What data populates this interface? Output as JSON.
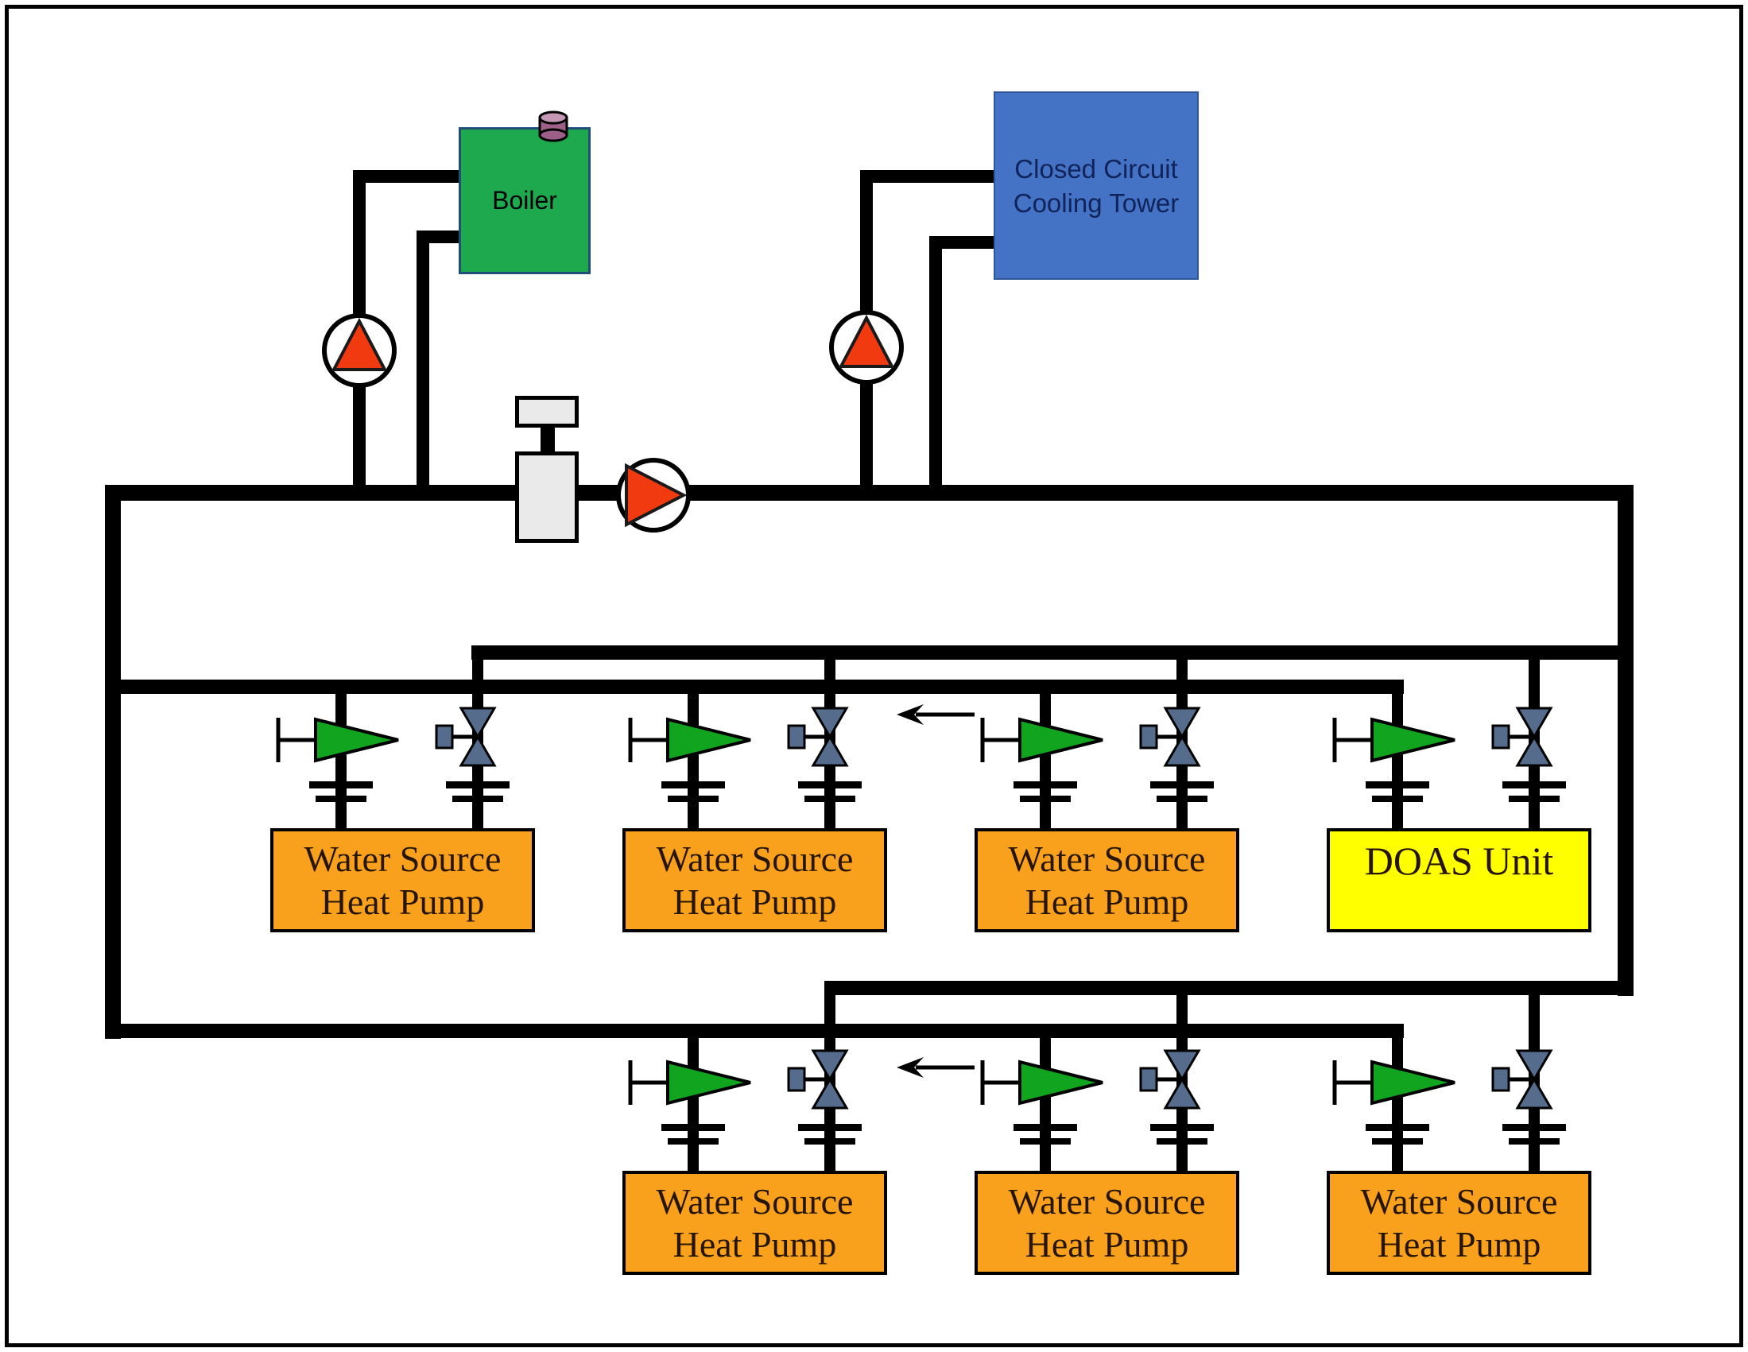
{
  "colors": {
    "pipe": "#000000",
    "boiler_fill": "#1FA94F",
    "boiler_border": "#1F4E79",
    "tower_fill": "#4472C4",
    "tower_border": "#2F5597",
    "tower_text": "#11235B",
    "wshp_fill": "#F9A11C",
    "doas_fill": "#FFFF00",
    "unit_border": "#000000",
    "unit_text": "#261500",
    "pump_red": "#F23A10",
    "valve_green": "#10A41F",
    "valve_slate": "#566C8C",
    "component_gray": "#EAEAEA",
    "cap_body": "#9C5F88",
    "cap_top": "#C698B6"
  },
  "equipment": {
    "boiler": {
      "label": "Boiler"
    },
    "cooling_tower": {
      "line1": "Closed Circuit",
      "line2": "Cooling Tower"
    },
    "doas": {
      "label": "DOAS Unit"
    },
    "wshp": {
      "line1": "Water Source",
      "line2": "Heat Pump"
    }
  },
  "icons": {
    "pump": "pump-icon",
    "check_valve": "check-valve-icon",
    "control_valve": "control-valve-icon",
    "actuator": "valve-actuator-icon",
    "union": "pipe-union-icon",
    "flow_arrow": "flow-direction-arrow-icon",
    "air_separator": "air-separator-icon",
    "vent_cap": "vent-cap-icon"
  }
}
